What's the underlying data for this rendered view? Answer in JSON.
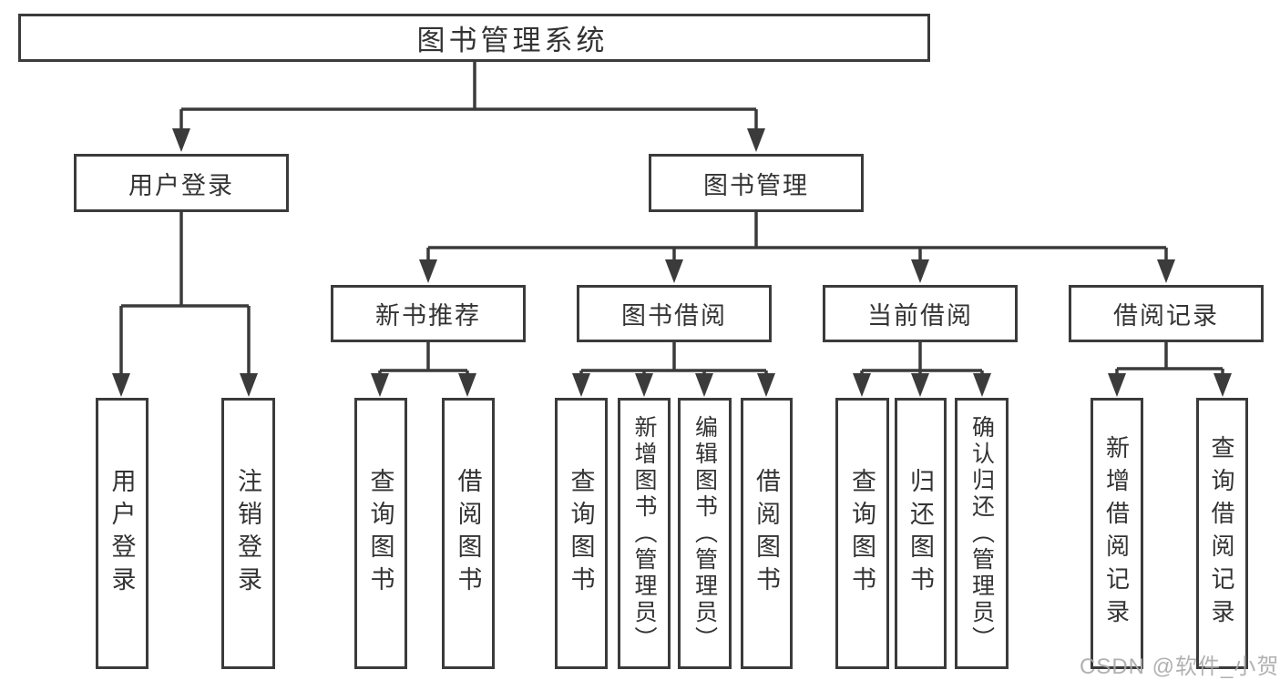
{
  "diagram": {
    "title": "图书管理系统",
    "level2": {
      "user_login": "用户登录",
      "book_mgmt": "图书管理"
    },
    "level3": {
      "new_books": "新书推荐",
      "borrow": "图书借阅",
      "current": "当前借阅",
      "records": "借阅记录"
    },
    "leaves": {
      "user_login": [
        "用户登录",
        "注销登录"
      ],
      "new_books": [
        "查询图书",
        "借阅图书"
      ],
      "borrow": [
        "查询图书",
        "新增图书（管理员）",
        "编辑图书（管理员）",
        "借阅图书"
      ],
      "current": [
        "查询图书",
        "归还图书",
        "确认归还（管理员）"
      ],
      "records": [
        "新增借阅记录",
        "查询借阅记录"
      ]
    },
    "watermark": "CSDN @软件_小贺同学",
    "colors": {
      "line": "#3b3b3b",
      "text": "#333333",
      "watermark": "#a8a8a8",
      "background": "#ffffff"
    }
  }
}
